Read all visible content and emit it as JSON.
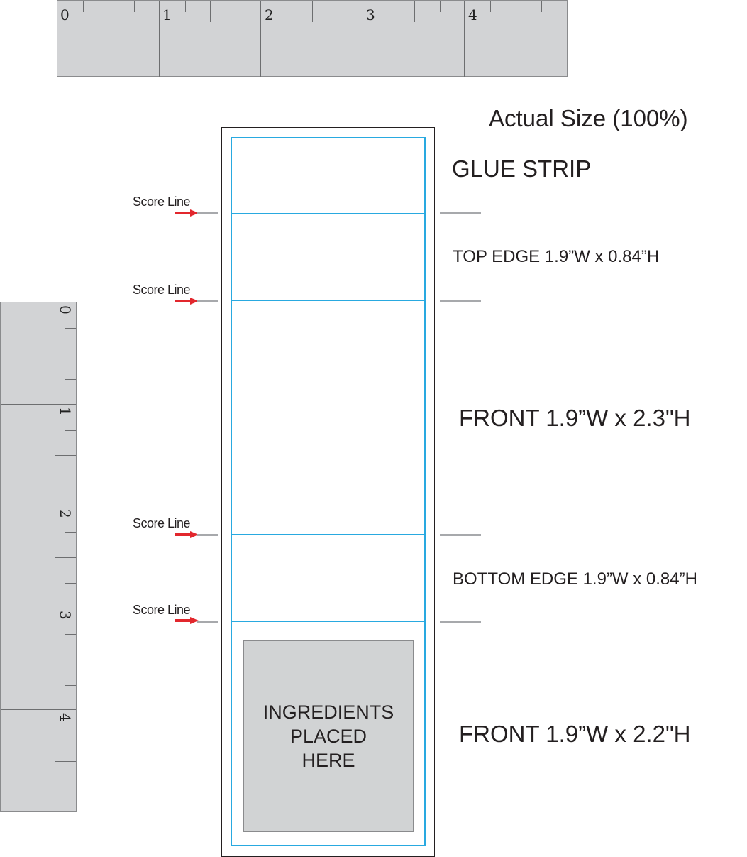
{
  "title": "Actual Size (100%)",
  "ruler_top": {
    "numbers": [
      "0",
      "1",
      "2",
      "3",
      "4"
    ]
  },
  "ruler_left": {
    "numbers": [
      "0",
      "1",
      "2",
      "3",
      "4"
    ]
  },
  "score_lines": [
    {
      "label": "Score Line"
    },
    {
      "label": "Score Line"
    },
    {
      "label": "Score Line"
    },
    {
      "label": "Score Line"
    }
  ],
  "panels": {
    "glue_strip": "GLUE STRIP",
    "top_edge": "TOP EDGE 1.9”W x 0.84”H",
    "front_1": "FRONT 1.9”W x 2.3\"H",
    "bottom_edge": "BOTTOM EDGE 1.9”W x 0.84”H",
    "front_2": "FRONT 1.9”W x 2.2\"H"
  },
  "ingredients": "INGREDIENTS\nPLACED\nHERE",
  "colors": {
    "ruler_fill": "#d2d3d5",
    "panel_line": "#29a9e0",
    "arrow": "#e2272d",
    "score_line": "#a7a9ac",
    "ingredients_fill": "#d1d3d4"
  }
}
